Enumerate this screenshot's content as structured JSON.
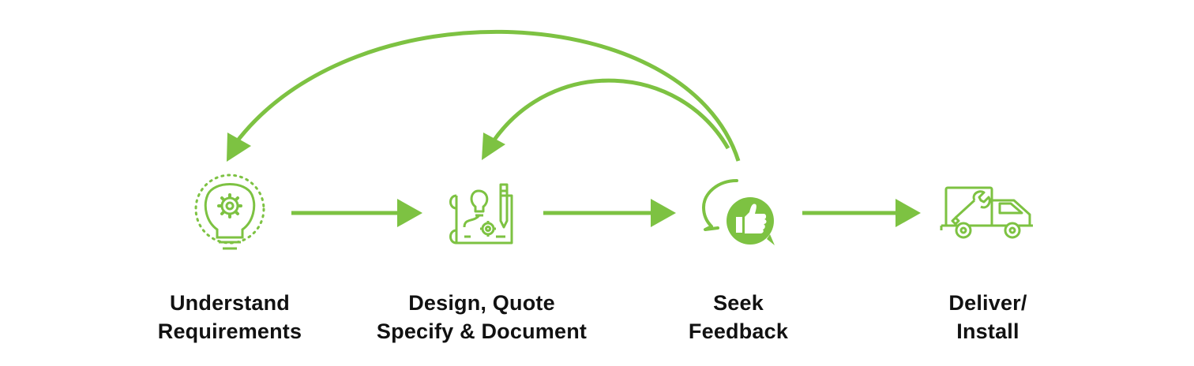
{
  "colors": {
    "accent": "#7dc242",
    "text": "#111111",
    "background": "#ffffff"
  },
  "steps": [
    {
      "icon": "lightbulb-gear-icon",
      "label_line1": "Understand",
      "label_line2": "Requirements"
    },
    {
      "icon": "blueprint-icon",
      "label_line1": "Design, Quote",
      "label_line2": "Specify & Document"
    },
    {
      "icon": "feedback-thumbs-up-icon",
      "label_line1": "Seek",
      "label_line2": "Feedback"
    },
    {
      "icon": "service-truck-icon",
      "label_line1": "Deliver/",
      "label_line2": "Install"
    }
  ],
  "flows": [
    {
      "from": "Understand Requirements",
      "to": "Design, Quote Specify & Document",
      "type": "forward"
    },
    {
      "from": "Design, Quote Specify & Document",
      "to": "Seek Feedback",
      "type": "forward"
    },
    {
      "from": "Seek Feedback",
      "to": "Deliver/Install",
      "type": "forward"
    },
    {
      "from": "Seek Feedback",
      "to": "Design, Quote Specify & Document",
      "type": "feedback-loop"
    },
    {
      "from": "Seek Feedback",
      "to": "Understand Requirements",
      "type": "feedback-loop"
    }
  ]
}
